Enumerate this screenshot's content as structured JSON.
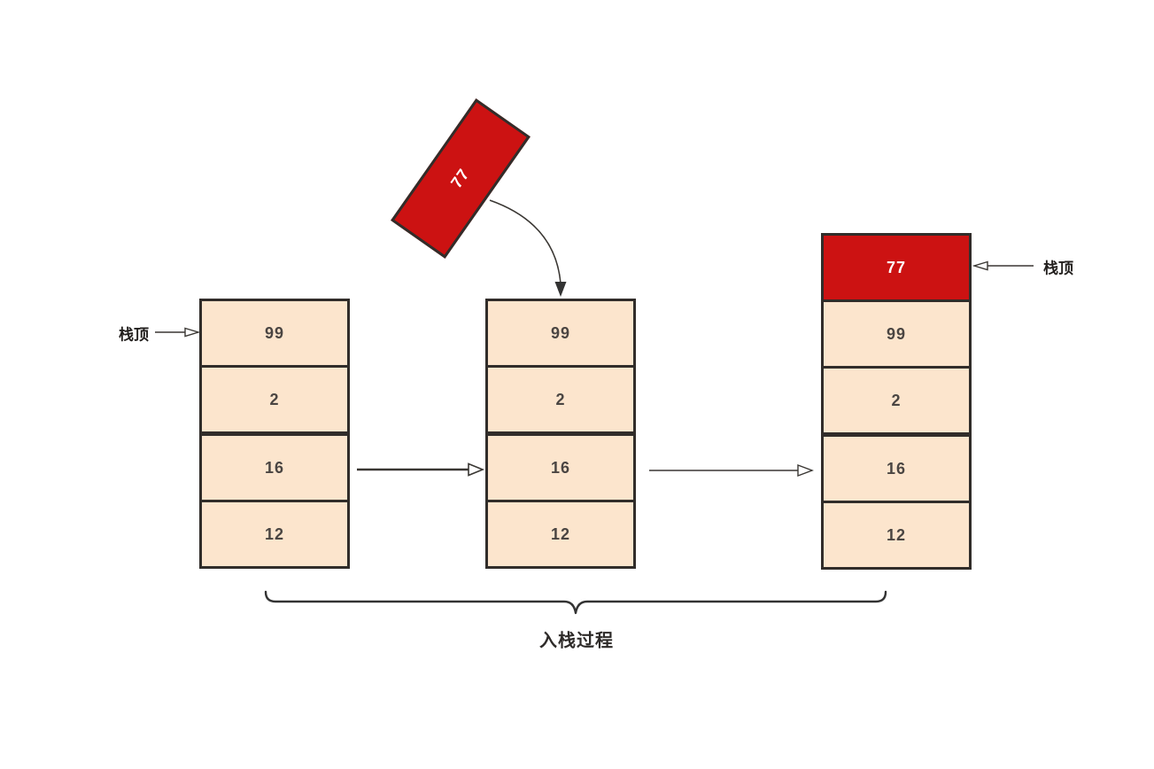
{
  "diagram": {
    "caption": "入栈过程"
  },
  "incoming": {
    "value": "77"
  },
  "pointer_labels": {
    "left": "栈顶",
    "right": "栈顶"
  },
  "stacks": [
    {
      "name": "stack-before-push",
      "items": [
        "99",
        "2",
        "16",
        "12"
      ]
    },
    {
      "name": "stack-during-push",
      "items": [
        "99",
        "2",
        "16",
        "12"
      ]
    },
    {
      "name": "stack-after-push",
      "items": [
        "77",
        "99",
        "2",
        "16",
        "12"
      ]
    }
  ],
  "colors": {
    "cell_fill": "#fce5cd",
    "cell_border": "#312d2a",
    "push_item_fill": "#cc1212",
    "push_item_text": "#ffffff",
    "number_text": "#4a4542",
    "arrow_stroke": "#3a3733",
    "background": "#ffffff"
  }
}
